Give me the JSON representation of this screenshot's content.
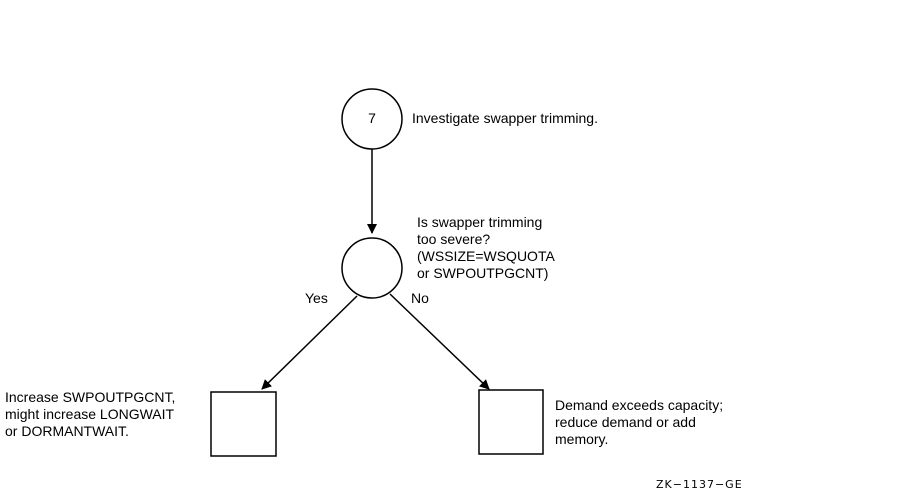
{
  "step": {
    "number": "7",
    "label": "Investigate swapper trimming."
  },
  "decision": {
    "question": "Is swapper trimming\ntoo severe?\n(WSSIZE=WSQUOTA\nor SWPOUTPGCNT)",
    "yes_label": "Yes",
    "no_label": "No"
  },
  "outcomes": {
    "yes_text": "Increase SWPOUTPGCNT,\nmight increase LONGWAIT\nor DORMANTWAIT.",
    "no_text": "Demand exceeds capacity;\nreduce demand or add\nmemory."
  },
  "figure_id": "ZK−1137−GE"
}
